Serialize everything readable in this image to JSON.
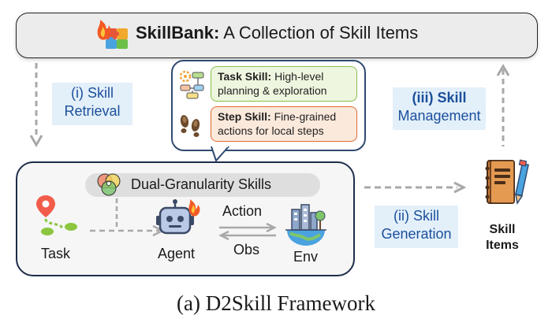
{
  "banner": {
    "title_bold": "SkillBank:",
    "title_rest": " A Collection of Skill Items"
  },
  "labels": {
    "retrieval_line1": "(i) Skill",
    "retrieval_line2": "Retrieval",
    "management_line1": "(iii) Skill",
    "management_line2": "Management",
    "generation_line1": "(ii) Skill",
    "generation_line2": "Generation"
  },
  "skills": {
    "task_name": "Task Skill:",
    "task_desc_line1": " High-level",
    "task_desc_line2": "planning & exploration",
    "step_name": "Step Skill:",
    "step_desc_line1": " Fine-grained",
    "step_desc_line2": "actions for local steps"
  },
  "framework": {
    "dual_title": "Dual-Granularity Skills",
    "task": "Task",
    "agent": "Agent",
    "env": "Env",
    "action": "Action",
    "obs": "Obs"
  },
  "items": {
    "line1": "Skill",
    "line2": "Items"
  },
  "caption": "(a) D2Skill Framework",
  "colors": {
    "label_blue_bg": "#e3f0fa",
    "label_blue_text": "#1c4f9c",
    "task_green": "#8bbf4a",
    "step_orange": "#e06a2c",
    "frame_border": "#1e2d4a",
    "arrow_gray": "#a8a8a8"
  },
  "icons": [
    "fire-puzzle-icon",
    "gears-flowchart-icon",
    "footprints-icon",
    "venn-skills-icon",
    "location-pin-icon",
    "robot-agent-icon",
    "city-globe-icon",
    "notebook-pencil-icon"
  ]
}
